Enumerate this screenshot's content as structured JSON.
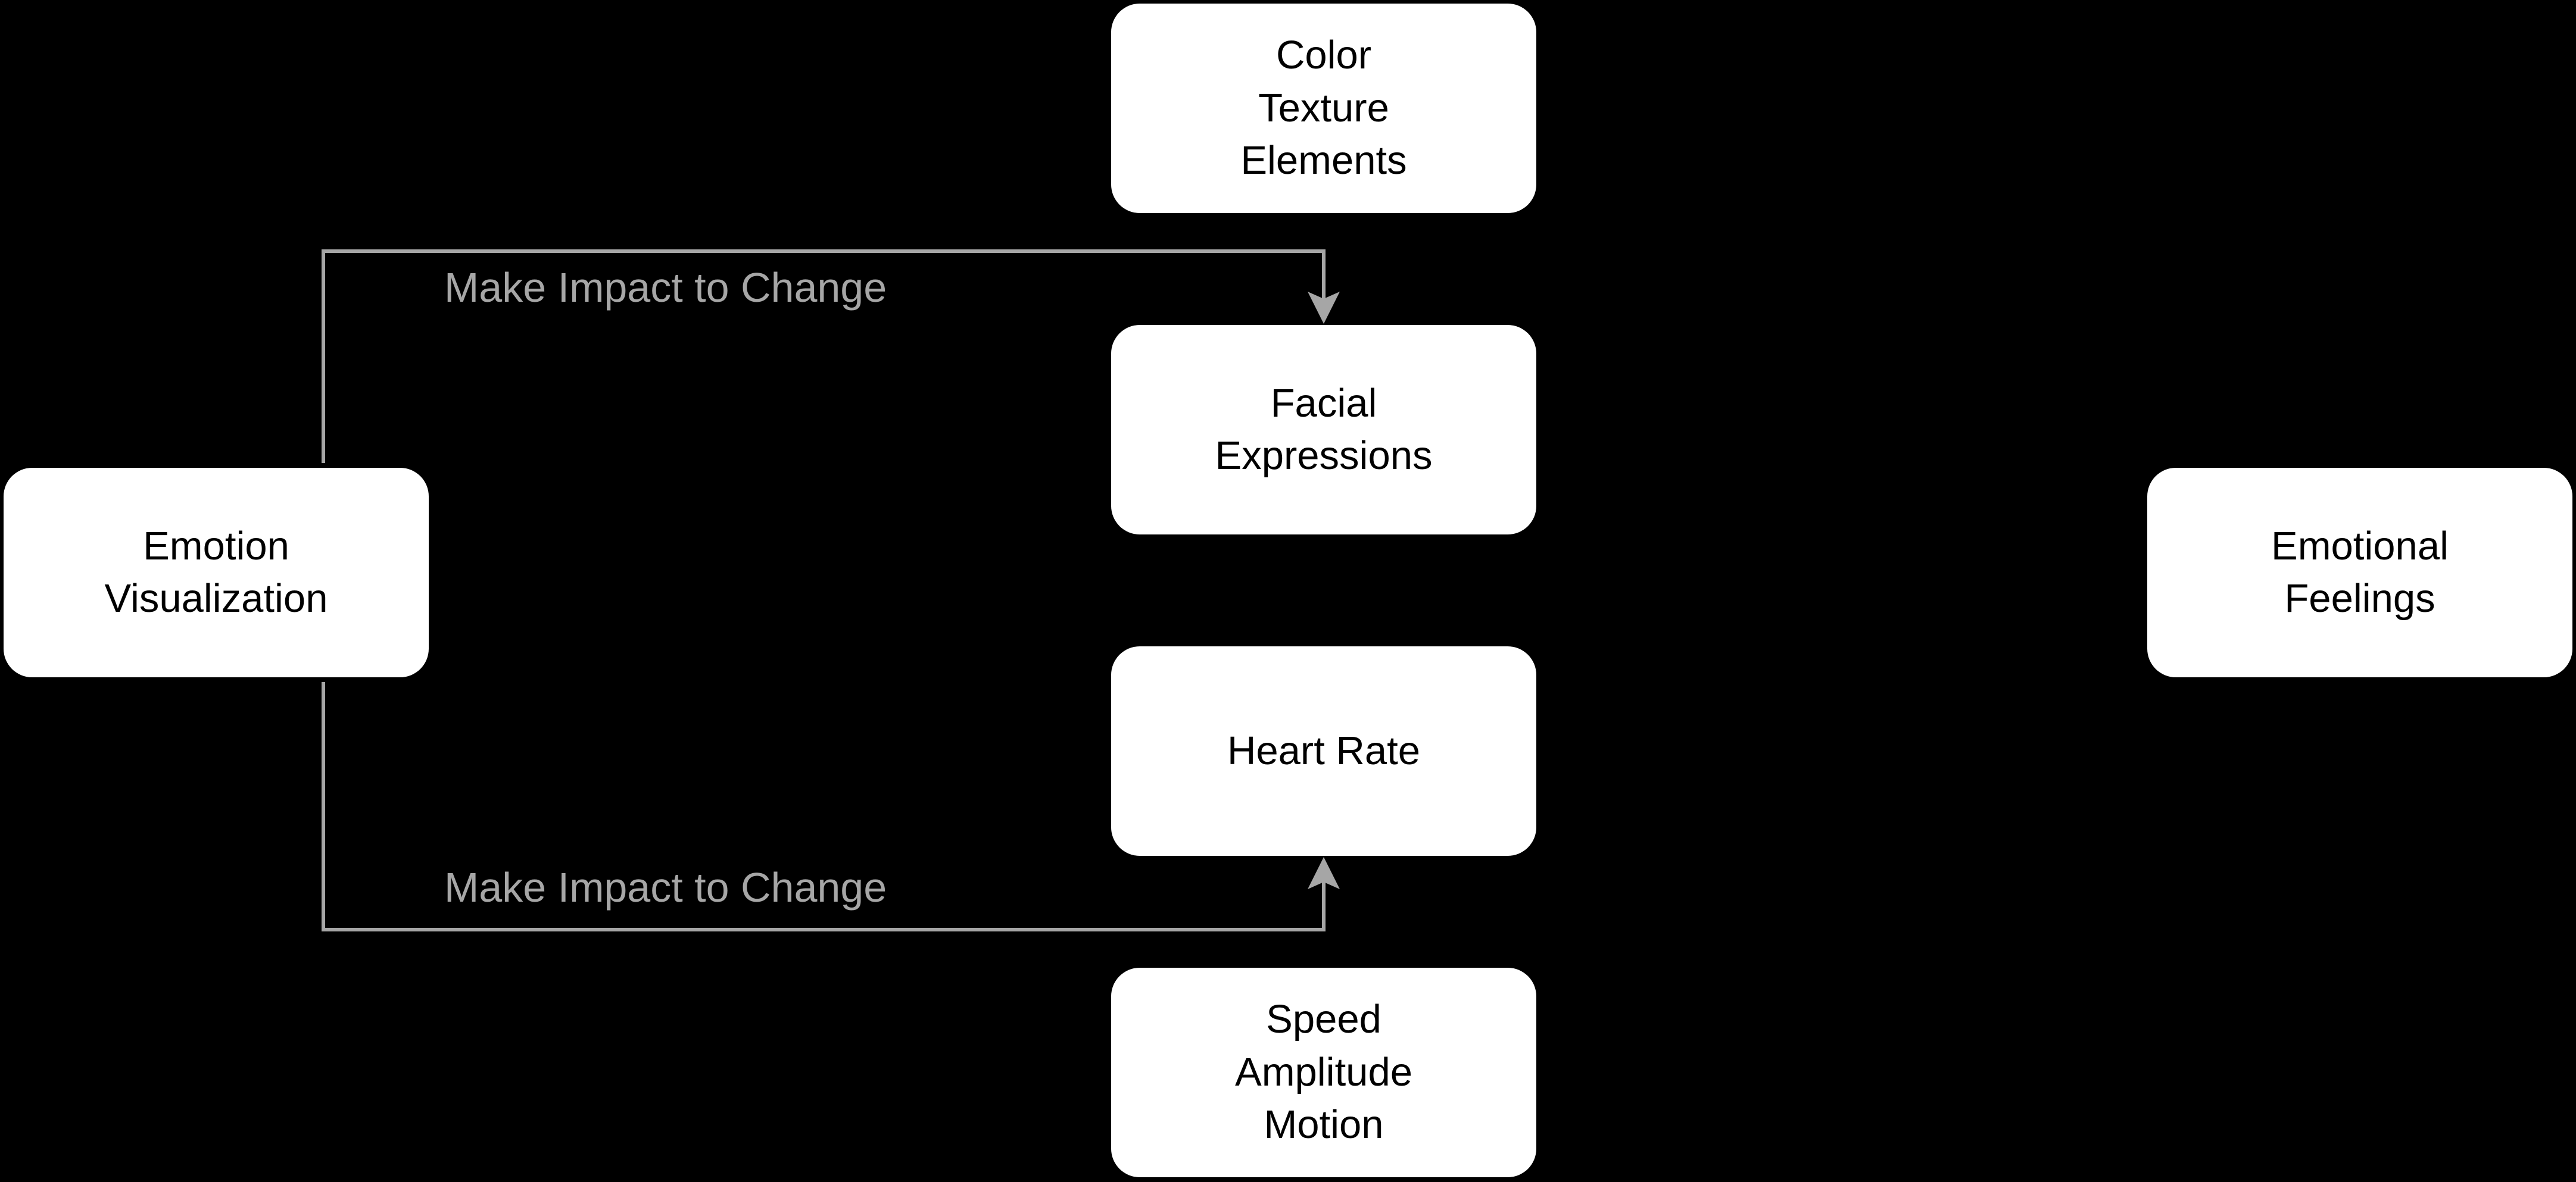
{
  "colors": {
    "background": "#000000",
    "node_fill": "#ffffff",
    "node_text": "#000000",
    "edge": "#a6a6a6"
  },
  "nodes": {
    "color_texture_elements": {
      "lines": [
        "Color",
        "Texture",
        "Elements"
      ]
    },
    "facial_expressions": {
      "lines": [
        "Facial",
        "Expressions"
      ]
    },
    "heart_rate": {
      "lines": [
        "Heart Rate"
      ]
    },
    "speed_amplitude_motion": {
      "lines": [
        "Speed",
        "Amplitude",
        "Motion"
      ]
    },
    "emotion_visualization": {
      "lines": [
        "Emotion",
        "Visualization"
      ]
    },
    "emotional_feelings": {
      "lines": [
        "Emotional",
        "Feelings"
      ]
    }
  },
  "edges": {
    "to_facial": {
      "label": "Make Impact to Change"
    },
    "to_heart": {
      "label": "Make Impact to Change"
    }
  }
}
